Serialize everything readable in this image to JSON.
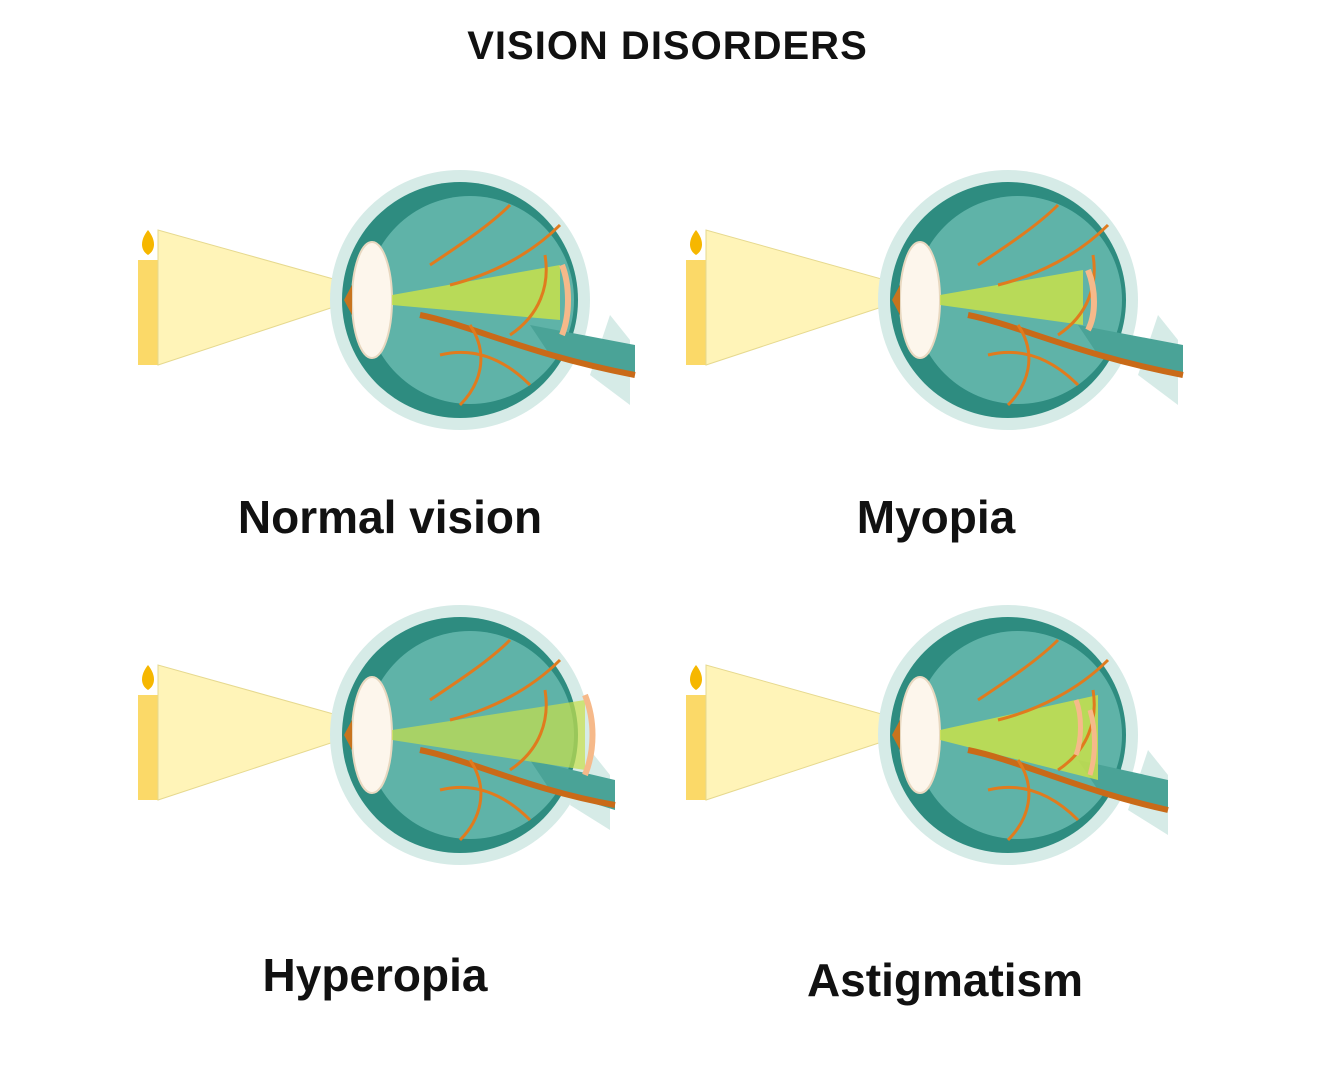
{
  "title": "VISION DISORDERS",
  "panels": [
    {
      "label": "Normal vision",
      "condition": "normal"
    },
    {
      "label": "Myopia",
      "condition": "myopia"
    },
    {
      "label": "Hyperopia",
      "condition": "hyperopia"
    },
    {
      "label": "Astigmatism",
      "condition": "astigmatism"
    }
  ],
  "colors": {
    "eye_outer": "#d6ebe7",
    "eye_shell": "#2e8c80",
    "eye_inner": "#5fb3a8",
    "lens": "#fdf6ec",
    "light_beam": "#fff4b8",
    "focus_beam": "#c8e04a",
    "vessel": "#e07b1e",
    "retina_arc": "#f6b98a",
    "candle": "#fbd968",
    "flame": "#f6b700"
  }
}
